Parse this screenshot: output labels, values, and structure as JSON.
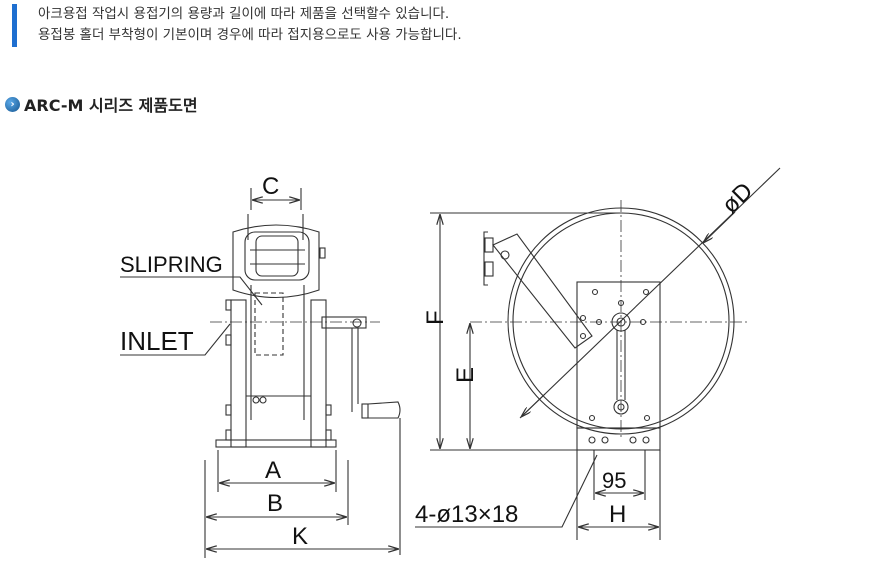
{
  "intro": {
    "line1": "아크용접 작업시 용접기의 용량과 길이에 따라 제품을 선택할수 있습니다.",
    "line2": "용접봉 홀더 부착형이 기본이며 경우에 따라 접지용으로도 사용 가능합니다."
  },
  "section": {
    "icon": "chevron-right-circle-icon",
    "title": "ARC-M 시리즈 제품도면"
  },
  "drawing": {
    "labels": {
      "c": "C",
      "slipring": "SLIPRING",
      "inlet": "INLET",
      "a": "A",
      "b": "B",
      "k": "K",
      "f": "F",
      "e": "E",
      "d": "øD",
      "dim95": "95",
      "h": "H",
      "holes": "4-ø13×18"
    }
  }
}
